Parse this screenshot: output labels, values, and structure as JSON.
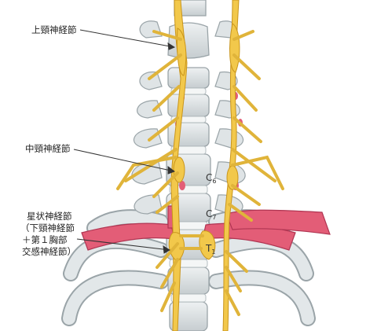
{
  "labels": {
    "superior_ganglion": "上頸神経節",
    "middle_ganglion": "中頸神経節",
    "stellate_line1": "星状神経節",
    "stellate_line2": "（下頸神経節",
    "stellate_line3": "＋第１胸部",
    "stellate_line4": "交感神経節）"
  },
  "vertebrae": {
    "c6": {
      "letter": "C",
      "number": "6"
    },
    "c7": {
      "letter": "C",
      "number": "7"
    },
    "t1": {
      "letter": "T",
      "number": "1"
    }
  },
  "colors": {
    "background": "#ffffff",
    "bone": "#d9dfe1",
    "bone_outline": "#9aa4a8",
    "nerve": "#f2c84b",
    "nerve_outline": "#c9951c",
    "artery": "#e35d77",
    "artery_outline": "#b03552",
    "text": "#222222"
  }
}
